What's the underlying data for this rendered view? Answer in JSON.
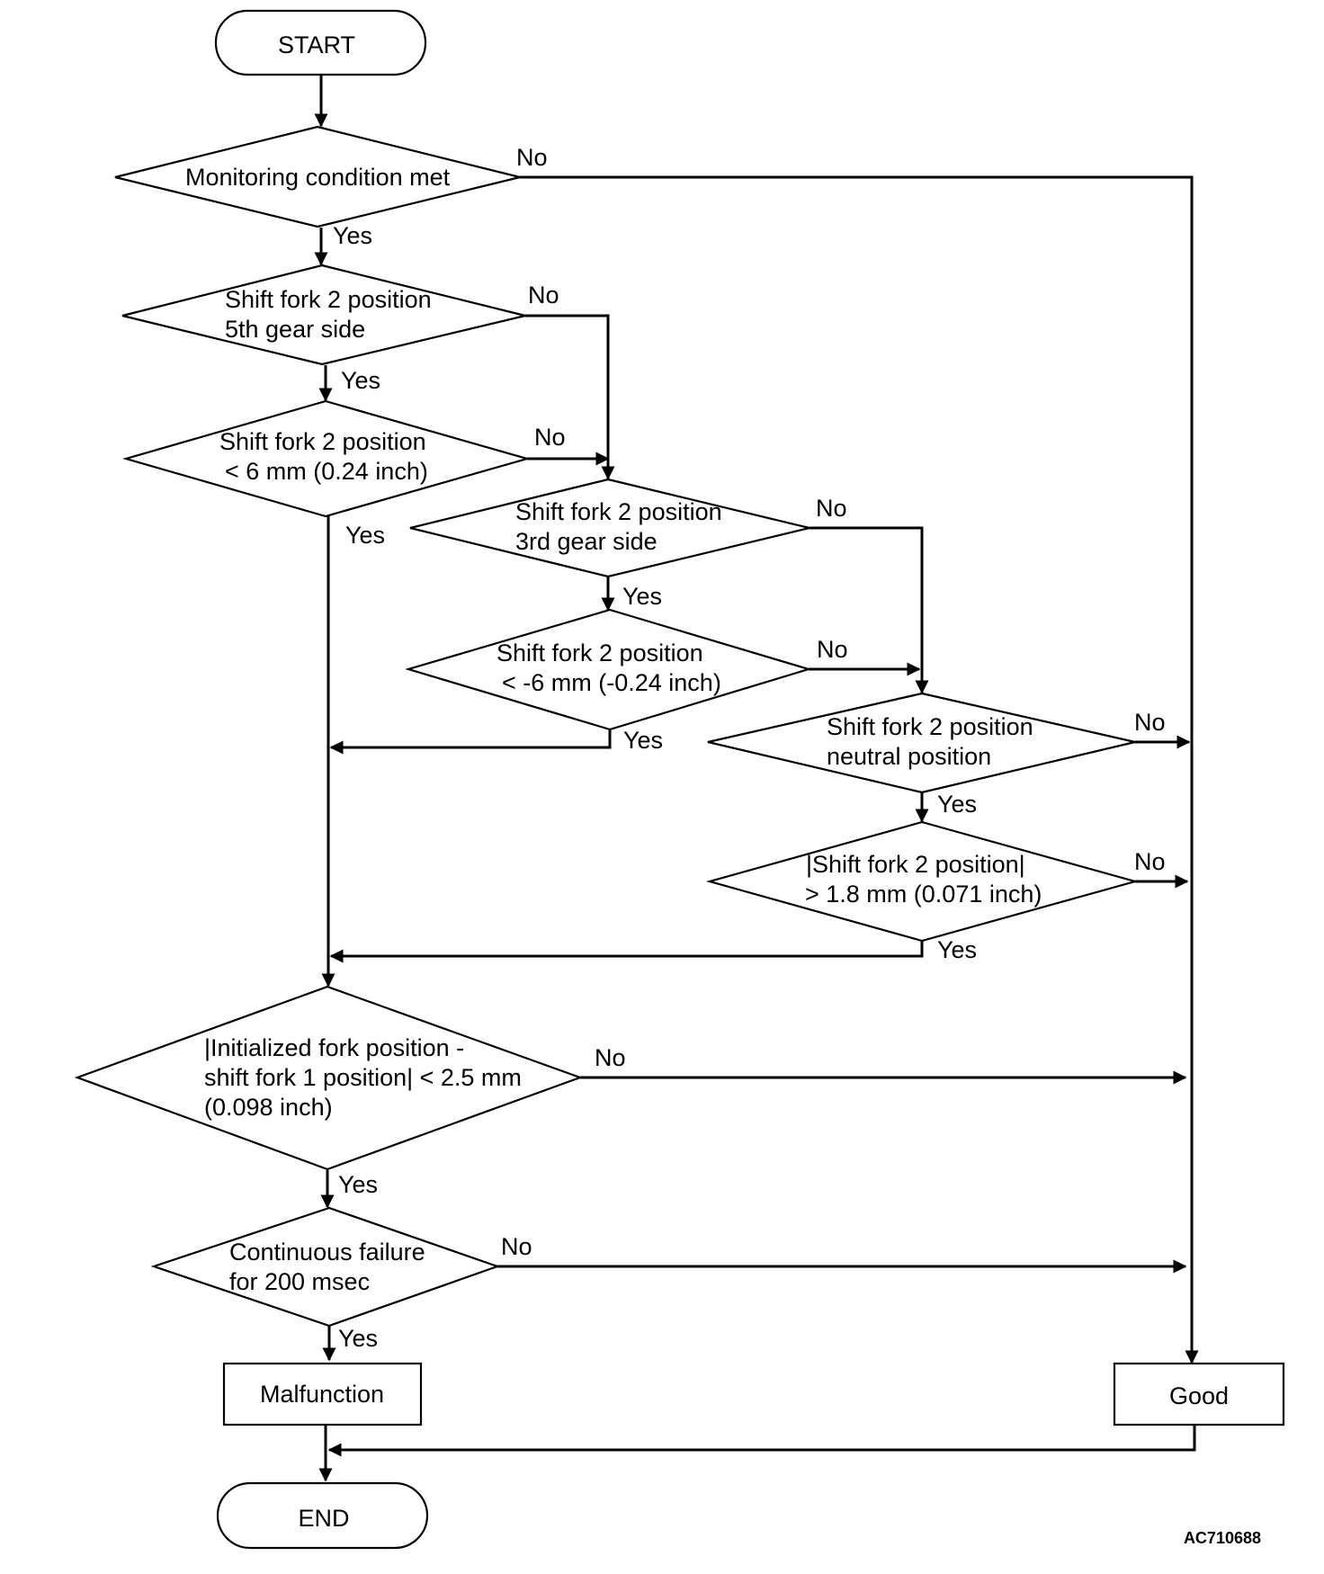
{
  "diagram": {
    "reference_code": "AC710688",
    "nodes": {
      "start": {
        "label": "START"
      },
      "d1": {
        "lines": [
          "Monitoring condition met"
        ]
      },
      "d2": {
        "lines": [
          "Shift fork 2 position",
          "5th gear side"
        ]
      },
      "d3": {
        "lines": [
          "Shift fork 2 position",
          "< 6 mm (0.24 inch)"
        ]
      },
      "d4": {
        "lines": [
          "Shift fork 2 position",
          "3rd gear side"
        ]
      },
      "d5": {
        "lines": [
          "Shift fork 2 position",
          "< -6 mm (-0.24 inch)"
        ]
      },
      "d6": {
        "lines": [
          "Shift fork 2 position",
          "neutral position"
        ]
      },
      "d7": {
        "lines": [
          "|Shift fork 2 position|",
          "> 1.8 mm (0.071 inch)"
        ]
      },
      "d8": {
        "lines": [
          "|Initialized fork position -",
          "shift fork 1 position| < 2.5 mm",
          "(0.098 inch)"
        ]
      },
      "d9": {
        "lines": [
          "Continuous failure",
          "for 200 msec"
        ]
      },
      "malfunction": {
        "label": "Malfunction"
      },
      "good": {
        "label": "Good"
      },
      "end": {
        "label": "END"
      }
    },
    "edge_labels": {
      "yes": "Yes",
      "no": "No"
    }
  }
}
